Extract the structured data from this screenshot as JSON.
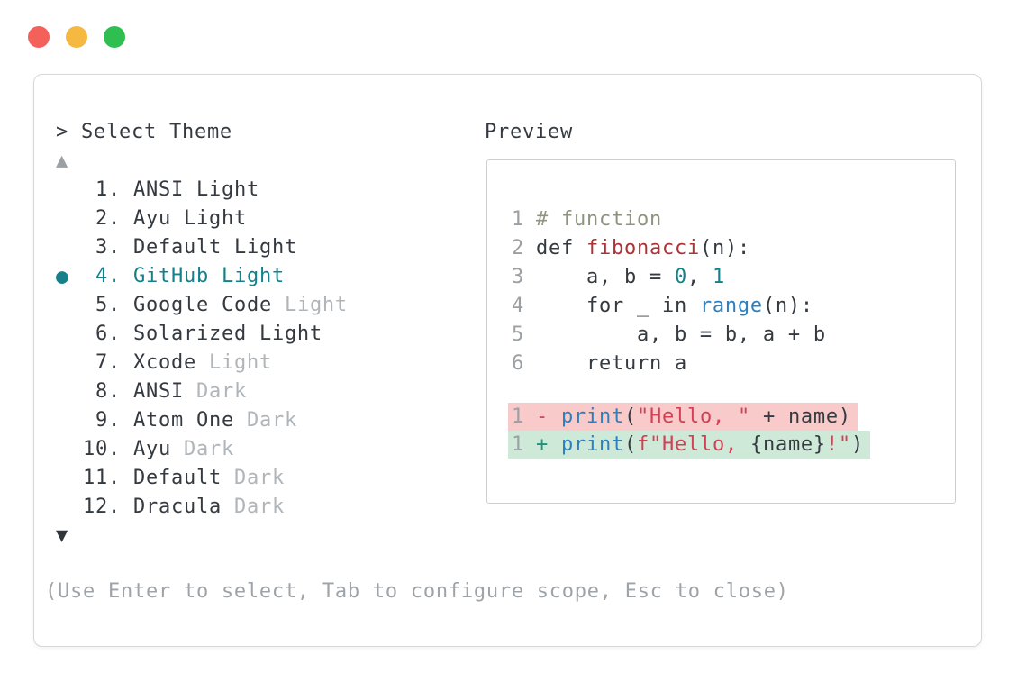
{
  "window": {
    "traffic_lights": [
      {
        "name": "close",
        "color": "#f4605a"
      },
      {
        "name": "minimize",
        "color": "#f5b840"
      },
      {
        "name": "zoom",
        "color": "#2fbe50"
      }
    ]
  },
  "colors": {
    "accent_teal": "#15808a",
    "text_primary": "#343a40",
    "text_muted": "#b0b5b9",
    "arrow_up_gray": "#9aa0a4",
    "arrow_down_dark": "#2f353a",
    "footer_gray": "#9ea3a8",
    "tokens": {
      "code": "#343a40",
      "comment": "#8e9480",
      "func": "#ae3237",
      "number": "#15808a",
      "builtin": "#2d80c0",
      "string": "#d34056",
      "minus": "#d6455c",
      "plus": "#18947e",
      "lnum": "#9aa0a4"
    }
  },
  "selector": {
    "prompt": "> Select Theme",
    "scroll_up": "▲",
    "scroll_down": "▼",
    "selection_dot": "●",
    "items": [
      {
        "number": "1.",
        "name": "ANSI Light",
        "muted": "",
        "selected": false
      },
      {
        "number": "2.",
        "name": "Ayu Light",
        "muted": "",
        "selected": false
      },
      {
        "number": "3.",
        "name": "Default Light",
        "muted": "",
        "selected": false
      },
      {
        "number": "4.",
        "name": "GitHub Light",
        "muted": "",
        "selected": true
      },
      {
        "number": "5.",
        "name": "Google Code",
        "muted": " Light",
        "selected": false
      },
      {
        "number": "6.",
        "name": "Solarized Light",
        "muted": "",
        "selected": false
      },
      {
        "number": "7.",
        "name": "Xcode",
        "muted": " Light",
        "selected": false
      },
      {
        "number": "8.",
        "name": "ANSI",
        "muted": " Dark",
        "selected": false
      },
      {
        "number": "9.",
        "name": "Atom One",
        "muted": " Dark",
        "selected": false
      },
      {
        "number": "10.",
        "name": "Ayu",
        "muted": " Dark",
        "selected": false
      },
      {
        "number": "11.",
        "name": "Default",
        "muted": " Dark",
        "selected": false
      },
      {
        "number": "12.",
        "name": "Dracula",
        "muted": " Dark",
        "selected": false
      }
    ],
    "footer_hint": "(Use Enter to select, Tab to configure scope, Esc to close)"
  },
  "preview": {
    "title": "Preview",
    "code_lines": [
      {
        "num": "1",
        "tokens": [
          {
            "t": "# function",
            "c": "comment"
          }
        ]
      },
      {
        "num": "2",
        "tokens": [
          {
            "t": "def ",
            "c": "code"
          },
          {
            "t": "fibonacci",
            "c": "func"
          },
          {
            "t": "(n):",
            "c": "code"
          }
        ]
      },
      {
        "num": "3",
        "tokens": [
          {
            "t": "    a, b = ",
            "c": "code"
          },
          {
            "t": "0",
            "c": "number"
          },
          {
            "t": ", ",
            "c": "code"
          },
          {
            "t": "1",
            "c": "number"
          }
        ]
      },
      {
        "num": "4",
        "tokens": [
          {
            "t": "    for _ in ",
            "c": "code"
          },
          {
            "t": "range",
            "c": "builtin"
          },
          {
            "t": "(n):",
            "c": "code"
          }
        ]
      },
      {
        "num": "5",
        "tokens": [
          {
            "t": "        a, b = b, a + b",
            "c": "code"
          }
        ]
      },
      {
        "num": "6",
        "tokens": [
          {
            "t": "    return a",
            "c": "code"
          }
        ]
      }
    ],
    "diff_lines": [
      {
        "num": "1",
        "kind": "removed",
        "bg": "#f8caca",
        "tokens": [
          {
            "t": "- ",
            "c": "minus"
          },
          {
            "t": "print",
            "c": "builtin"
          },
          {
            "t": "(",
            "c": "code"
          },
          {
            "t": "\"Hello, \"",
            "c": "string"
          },
          {
            "t": " + name)",
            "c": "code"
          }
        ]
      },
      {
        "num": "1",
        "kind": "added",
        "bg": "#cee9d8",
        "tokens": [
          {
            "t": "+ ",
            "c": "plus"
          },
          {
            "t": "print",
            "c": "builtin"
          },
          {
            "t": "(",
            "c": "code"
          },
          {
            "t": "f\"Hello, ",
            "c": "string"
          },
          {
            "t": "{name}",
            "c": "code"
          },
          {
            "t": "!\"",
            "c": "string"
          },
          {
            "t": ")",
            "c": "code"
          }
        ]
      }
    ]
  }
}
